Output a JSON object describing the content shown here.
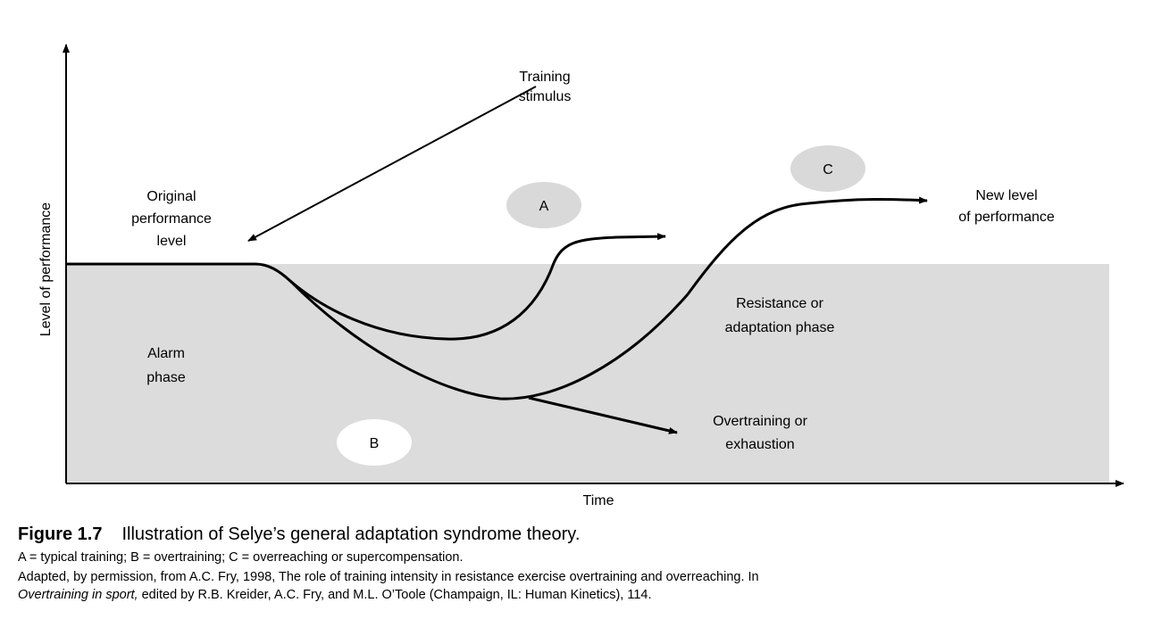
{
  "diagram": {
    "axes": {
      "y_label": "Level of performance",
      "x_label": "Time"
    },
    "labels": {
      "training_stimulus": [
        "Training",
        "stimulus"
      ],
      "original_level": [
        "Original",
        "performance",
        "level"
      ],
      "new_level": [
        "New level",
        "of performance"
      ],
      "alarm_phase": [
        "Alarm",
        "phase"
      ],
      "resistance_phase": [
        "Resistance or",
        "adaptation phase"
      ],
      "overtraining": [
        "Overtraining or",
        "exhaustion"
      ]
    },
    "markers": {
      "a": "A",
      "b": "B",
      "c": "C"
    },
    "colors": {
      "shaded_region": "#dcdcdc",
      "marker_a": "#d9d9d9",
      "marker_b": "#ffffff",
      "marker_c": "#d9d9d9",
      "lines": "#000000"
    }
  },
  "caption": {
    "figure_number": "Figure 1.7",
    "title": "Illustration of Selye’s general adaptation syndrome theory.",
    "legend": "A = typical training; B = overtraining; C = overreaching or supercompensation.",
    "source_line1": "Adapted, by permission, from A.C. Fry, 1998, The role of training intensity in resistance exercise overtraining and overreaching. In",
    "source_book_title": "Overtraining in sport,",
    "source_line2_rest": " edited by R.B. Kreider, A.C. Fry, and M.L. O’Toole (Champaign, IL: Human Kinetics), 114."
  }
}
